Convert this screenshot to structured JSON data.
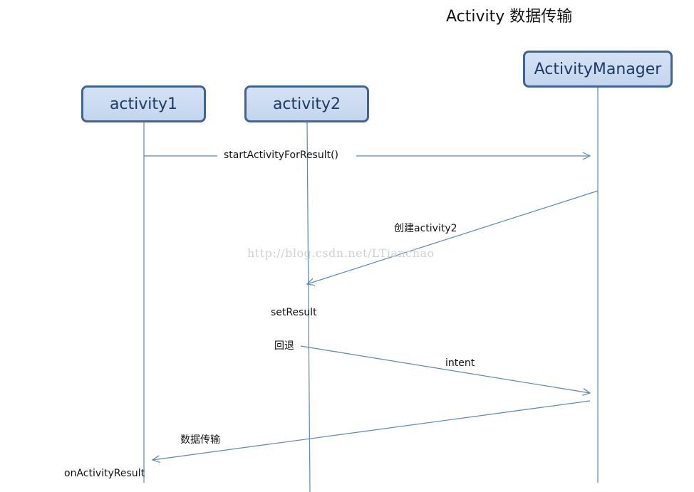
{
  "title": "Activity 数据传输",
  "participants": [
    {
      "id": "activity1",
      "label": "activity1"
    },
    {
      "id": "activity2",
      "label": "activity2"
    },
    {
      "id": "activitymanager",
      "label": "ActivityManager"
    }
  ],
  "messages": [
    {
      "id": "start",
      "label": "startActivityForResult()",
      "from": "activity1",
      "to": "activitymanager"
    },
    {
      "id": "create",
      "label": "创建activity2",
      "from": "activitymanager",
      "to": "activity2"
    },
    {
      "id": "back",
      "label": "intent",
      "from": "activity2",
      "to": "activitymanager"
    },
    {
      "id": "transfer",
      "label": "数据传输",
      "from": "activitymanager",
      "to": "activity1"
    }
  ],
  "notes": {
    "set_result": "setResult",
    "go_back": "回退",
    "on_activity_result": "onActivityResult"
  },
  "watermark": "http://blog.csdn.net/LTianchao",
  "colors": {
    "line": "#5b86b5",
    "box_border": "#3f6590",
    "box_fill": "#c8d9f0",
    "box_text": "#1f3a66"
  }
}
